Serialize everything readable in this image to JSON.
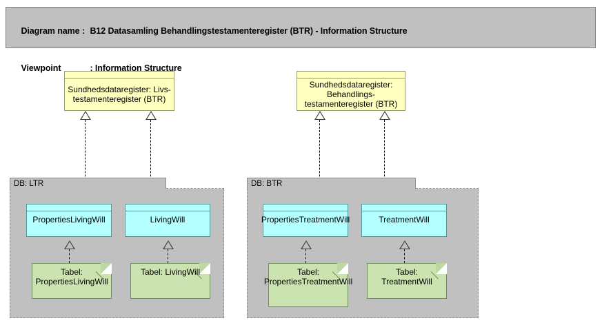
{
  "header": {
    "diagram_name_label": "Diagram name :",
    "diagram_name_value": "B12 Datasamling Behandlingstestamenteregister (BTR) - Information Structure",
    "viewpoint_label": "Viewpoint",
    "viewpoint_sep": ": Information Structure",
    "viewpoint_value": "Information Structure"
  },
  "colors": {
    "header_bg": "#c0c0c0",
    "group_bg": "#c0c0c0",
    "object_yellow": "#ffffc0",
    "object_cyan": "#b4ffff",
    "artifact_green": "#cbe3b0",
    "line": "#000000"
  },
  "objects": {
    "ltr_register": "Sundhedsdataregister: Livs-testamenteregister (BTR)",
    "btr_register": "Sundhedsdataregister: Behandlings-testamenteregister (BTR)"
  },
  "groups": [
    {
      "name": "DB: LTR",
      "objects": [
        {
          "label": "PropertiesLivingWill",
          "artifact": "Tabel: PropertiesLivingWill"
        },
        {
          "label": "LivingWill",
          "artifact": "Tabel: LivingWill"
        }
      ]
    },
    {
      "name": "DB: BTR",
      "objects": [
        {
          "label": "PropertiesTreatmentWill",
          "artifact": "Tabel: PropertiesTreatmentWill"
        },
        {
          "label": "TreatmentWill",
          "artifact": "Tabel: TreatmentWill"
        }
      ]
    }
  ],
  "relationships": {
    "type": "realization",
    "arrow": "hollow-triangle",
    "line_style": "dotted"
  }
}
